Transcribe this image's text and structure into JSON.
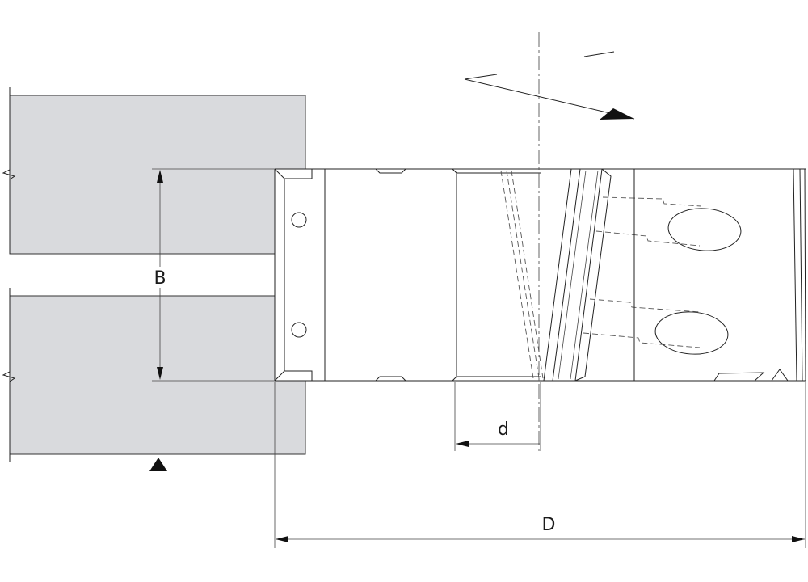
{
  "labels": {
    "B": "B",
    "d": "d",
    "D": "D"
  },
  "colors": {
    "workpiece_fill": "#d9dadd",
    "line": "#222222",
    "background": "#ffffff"
  }
}
